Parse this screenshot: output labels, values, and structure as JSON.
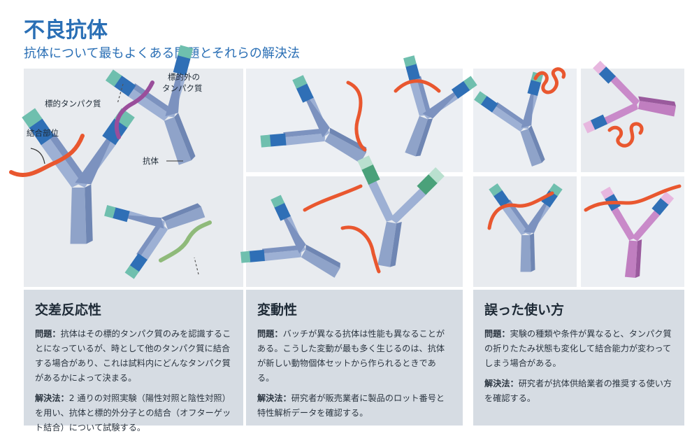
{
  "header": {
    "title": "不良抗体",
    "subtitle": "抗体について最もよくある問題とそれらの解決法"
  },
  "labels": {
    "off_target": "標的外の",
    "off_target2": "タンパク質",
    "target": "標的タンパク質",
    "binding_site": "結合部位",
    "antibody": "抗体"
  },
  "cards": {
    "cross": {
      "heading": "交差反応性",
      "problem_label": "問題：",
      "problem": "抗体はその標的タンパク質のみを認識することになっているが、時として他のタンパク質に結合する場合があり、これは試料内にどんなタンパク質があるかによって決まる。",
      "solution_label": "解決法：",
      "solution": "2 通りの対照実験（陽性対照と陰性対照）を用い、抗体と標的外分子との結合（オフターゲット結合）について試験する。"
    },
    "variability": {
      "heading": "変動性",
      "problem_label": "問題：",
      "problem": "バッチが異なる抗体は性能も異なることがある。こうした変動が最も多く生じるのは、抗体が新しい動物個体セットから作られるときである。",
      "solution_label": "解決法：",
      "solution": "研究者が販売業者に製品のロット番号と特性解析データを確認する。"
    },
    "misuse": {
      "heading": "誤った使い方",
      "problem_label": "問題：",
      "problem": "実験の種類や条件が異なると、タンパク質の折りたたみ状態も変化して結合能力が変わってしまう場合がある。",
      "solution_label": "解決法：",
      "solution": "研究者が抗体供給業者の推奨する使い方を確認する。"
    }
  },
  "colors": {
    "heavy": "#9db0d4",
    "light_blue": "#2f6fb6",
    "teal": "#6fbfae",
    "green": "#4aa17a",
    "pink": "#c383c0",
    "red": "#e9572f",
    "purple": "#9a4e9b"
  }
}
